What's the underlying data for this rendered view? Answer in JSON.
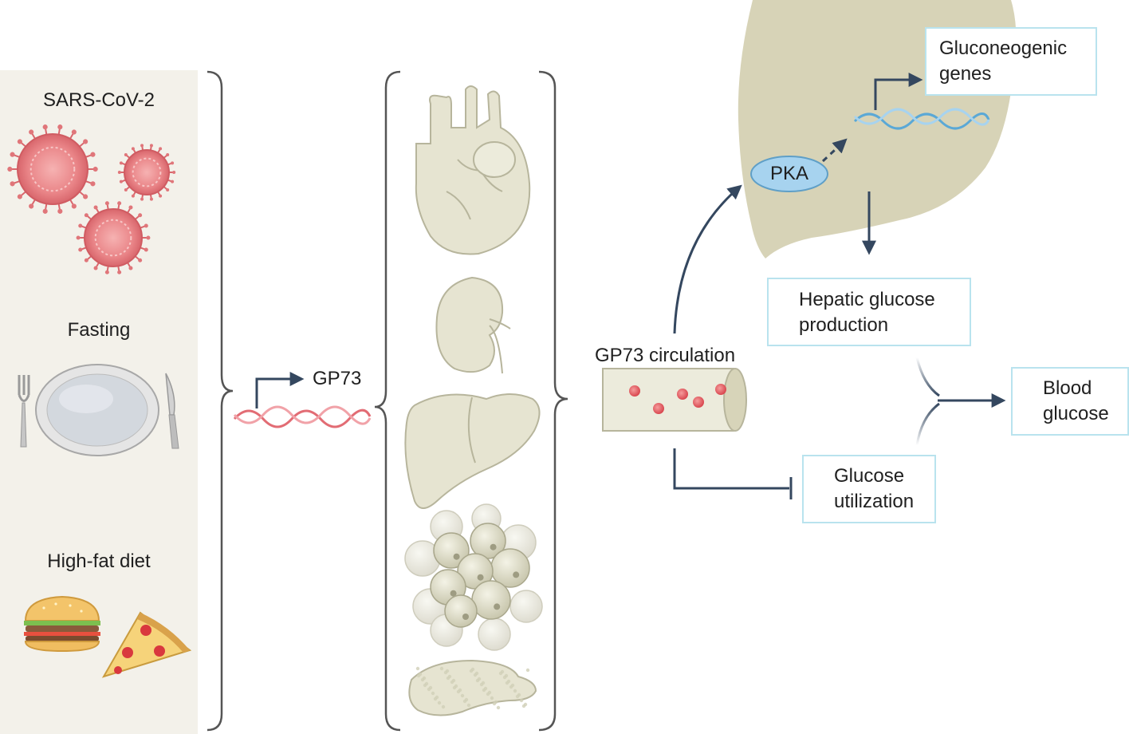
{
  "triggers": {
    "virus_label": "SARS-CoV-2",
    "fasting_label": "Fasting",
    "diet_label": "High-fat diet"
  },
  "gene": {
    "label": "GP73"
  },
  "circulation": {
    "label": "GP73 circulation"
  },
  "liver_pathway": {
    "kinase_label": "PKA",
    "genes_box": {
      "line1": "Gluconeogenic",
      "line2": "genes"
    },
    "hepatic_box": {
      "line1": "Hepatic glucose",
      "line2": "production"
    },
    "utilization_box": {
      "line1": "Glucose",
      "line2": "utilization"
    },
    "blood_box": {
      "line1": "Blood",
      "line2": "glucose"
    }
  },
  "colors": {
    "panel": "#f3f1ea",
    "organ": "#e6e4d1",
    "organ_stroke": "#b7b59c",
    "liver_big": "#d7d3b7",
    "virus": "#e0767a",
    "dna_red": "#e26c74",
    "dna_blue": "#5aa8d6",
    "arrow": "#34475f",
    "box_border": "#b9e3ee",
    "pka": "#a7d3ef"
  }
}
